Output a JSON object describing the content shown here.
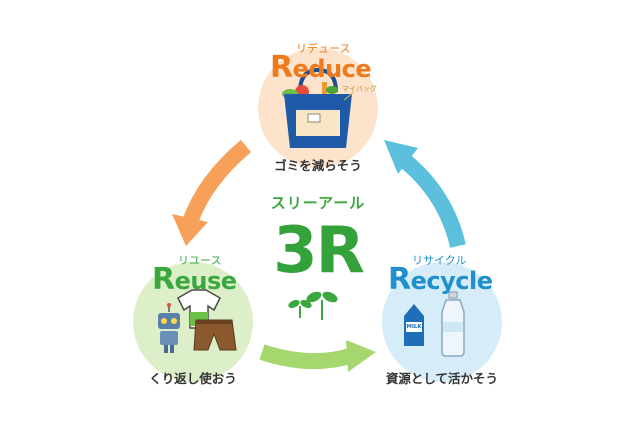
{
  "center": {
    "kana": "スリーアール",
    "title": "3R"
  },
  "reduce": {
    "kana": "リデュース",
    "cap": "R",
    "rest": "educe",
    "caption": "ゴミを減らそう",
    "bag_tag": "マイバッグ",
    "color": "#ee7a1c",
    "bg": "#fde3cc"
  },
  "reuse": {
    "kana": "リユース",
    "cap": "R",
    "rest": "euse",
    "caption": "くり返し使おう",
    "color": "#3aa83f",
    "bg": "#dcefc8"
  },
  "recycle": {
    "kana": "リサイクル",
    "cap": "R",
    "rest": "ecycle",
    "caption": "資源として活かそう",
    "milk_label": "MILK",
    "color": "#1f8fce",
    "bg": "#d6edf9"
  }
}
